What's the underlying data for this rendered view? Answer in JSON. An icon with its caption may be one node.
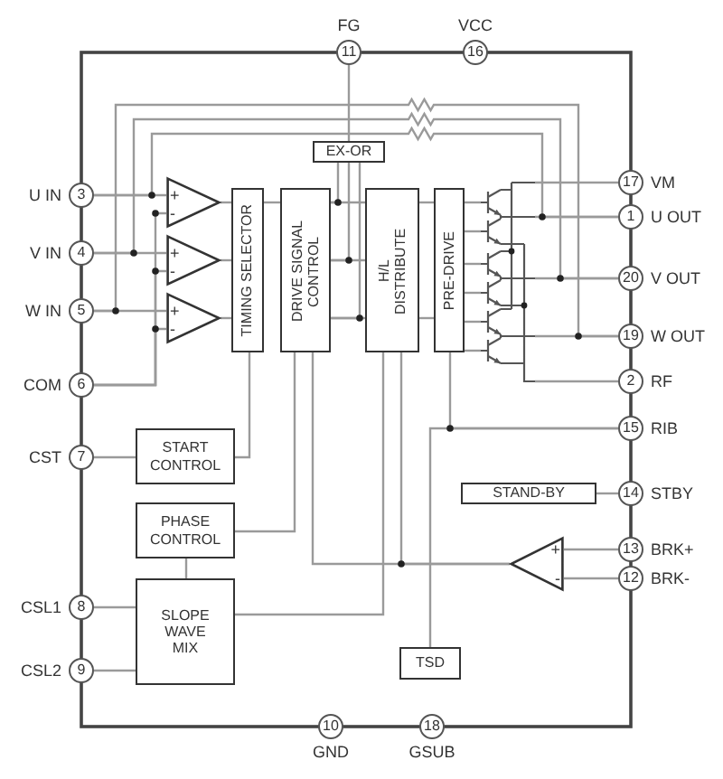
{
  "diagram": {
    "nodes": [
      {
        "text": [
          "11"
        ],
        "beside": [
          "FG"
        ]
      },
      {
        "text": [
          "16"
        ],
        "beside": [
          "VCC"
        ]
      },
      {
        "text": [
          "EX-OR"
        ]
      },
      {
        "text": [
          "3"
        ],
        "beside": [
          "U IN"
        ]
      },
      {
        "text": [
          "+",
          "-"
        ]
      },
      {
        "text": [
          "TIMING SELECTOR"
        ]
      },
      {
        "text": [
          "DRIVE SIGNAL CONTROL"
        ]
      },
      {
        "text": [
          "H/L DISTRIBUTE"
        ]
      },
      {
        "text": [
          "PRE-DRIVE"
        ]
      },
      {
        "text": [],
        "shape": "picture"
      },
      {
        "text": [
          "17"
        ],
        "beside": [
          "VM"
        ]
      },
      {
        "text": [
          "1"
        ],
        "beside": [
          "U OUT"
        ]
      },
      {
        "text": [
          "4"
        ],
        "beside": [
          "V IN"
        ]
      },
      {
        "text": [
          "+",
          "-"
        ]
      },
      {
        "text": [
          "20"
        ],
        "beside": [
          "V OUT"
        ]
      },
      {
        "text": [
          "5"
        ],
        "beside": [
          "W IN"
        ]
      },
      {
        "text": [
          "+",
          "-"
        ]
      },
      {
        "text": [
          "19"
        ],
        "beside": [
          "W OUT"
        ]
      },
      {
        "text": [
          "6"
        ],
        "beside": [
          "COM"
        ]
      },
      {
        "text": [
          "2"
        ],
        "beside": [
          "RF"
        ]
      },
      {
        "text": [
          "15"
        ],
        "beside": [
          "RIB"
        ]
      },
      {
        "text": [
          "7"
        ],
        "beside": [
          "CST"
        ]
      },
      {
        "text": [
          "START CONTROL"
        ]
      },
      {
        "text": [
          "STAND-BY"
        ]
      },
      {
        "text": [
          "14"
        ],
        "beside": [
          "STBY"
        ]
      },
      {
        "text": [
          "PHASE CONTROL"
        ]
      },
      {
        "text": [
          "+",
          "-"
        ]
      },
      {
        "text": [
          "13"
        ],
        "beside": [
          "BRK+"
        ]
      },
      {
        "text": [
          "12"
        ],
        "beside": [
          "BRK-"
        ]
      },
      {
        "text": [
          "8"
        ],
        "beside": [
          "CSL1"
        ]
      },
      {
        "text": [
          "SLOPE WAVE MIX"
        ]
      },
      {
        "text": [
          "9"
        ],
        "beside": [
          "CSL2"
        ]
      },
      {
        "text": [
          "TSD"
        ]
      },
      {
        "text": [
          "10"
        ],
        "beside": [
          "GND"
        ]
      },
      {
        "text": [
          "18"
        ],
        "beside": [
          "GSUB"
        ]
      }
    ],
    "edges": [
      {
        "from": 0,
        "to": 2,
        "arrow": "none"
      },
      {
        "from": 3,
        "to": 4,
        "arrow": "none"
      },
      {
        "from": 12,
        "to": 13,
        "arrow": "none"
      },
      {
        "from": 15,
        "to": 16,
        "arrow": "none"
      },
      {
        "from": 18,
        "to": 4,
        "arrow": "none"
      },
      {
        "from": 18,
        "to": 13,
        "arrow": "none"
      },
      {
        "from": 18,
        "to": 16,
        "arrow": "none"
      },
      {
        "from": 3,
        "to": 11,
        "arrow": "none"
      },
      {
        "from": 12,
        "to": 14,
        "arrow": "none"
      },
      {
        "from": 15,
        "to": 17,
        "arrow": "none"
      },
      {
        "from": 4,
        "to": 5,
        "arrow": "none"
      },
      {
        "from": 13,
        "to": 5,
        "arrow": "none"
      },
      {
        "from": 16,
        "to": 5,
        "arrow": "none"
      },
      {
        "from": 5,
        "to": 6,
        "arrow": "none"
      },
      {
        "from": 6,
        "to": 7,
        "arrow": "none"
      },
      {
        "from": 6,
        "to": 7,
        "arrow": "none"
      },
      {
        "from": 6,
        "to": 7,
        "arrow": "none"
      },
      {
        "from": 6,
        "to": 2,
        "arrow": "none"
      },
      {
        "from": 6,
        "to": 2,
        "arrow": "none"
      },
      {
        "from": 6,
        "to": 2,
        "arrow": "none"
      },
      {
        "from": 7,
        "to": 8,
        "arrow": "none"
      },
      {
        "from": 7,
        "to": 8,
        "arrow": "none"
      },
      {
        "from": 8,
        "to": 9,
        "arrow": "none"
      },
      {
        "from": 8,
        "to": 9,
        "arrow": "none"
      },
      {
        "from": 8,
        "to": 9,
        "arrow": "none"
      },
      {
        "from": 8,
        "to": 9,
        "arrow": "none"
      },
      {
        "from": 8,
        "to": 9,
        "arrow": "none"
      },
      {
        "from": 8,
        "to": 9,
        "arrow": "none"
      },
      {
        "from": 9,
        "to": 10,
        "arrow": "none"
      },
      {
        "from": 9,
        "to": 11,
        "arrow": "none"
      },
      {
        "from": 9,
        "to": 14,
        "arrow": "none"
      },
      {
        "from": 9,
        "to": 17,
        "arrow": "none"
      },
      {
        "from": 9,
        "to": 19,
        "arrow": "none"
      },
      {
        "from": 5,
        "to": 22,
        "arrow": "none"
      },
      {
        "from": 21,
        "to": 22,
        "arrow": "none"
      },
      {
        "from": 25,
        "to": 6,
        "arrow": "none"
      },
      {
        "from": 25,
        "to": 30,
        "arrow": "none"
      },
      {
        "from": 29,
        "to": 30,
        "arrow": "none"
      },
      {
        "from": 31,
        "to": 30,
        "arrow": "none"
      },
      {
        "from": 30,
        "to": 7,
        "arrow": "none"
      },
      {
        "from": 26,
        "to": 6,
        "arrow": "none"
      },
      {
        "from": 26,
        "to": 7,
        "arrow": "none"
      },
      {
        "from": 8,
        "to": 20,
        "arrow": "none"
      },
      {
        "from": 32,
        "to": 20,
        "arrow": "none"
      },
      {
        "from": 23,
        "to": 24,
        "arrow": "none"
      },
      {
        "from": 27,
        "to": 26,
        "arrow": "none"
      },
      {
        "from": 28,
        "to": 26,
        "arrow": "none"
      }
    ]
  }
}
